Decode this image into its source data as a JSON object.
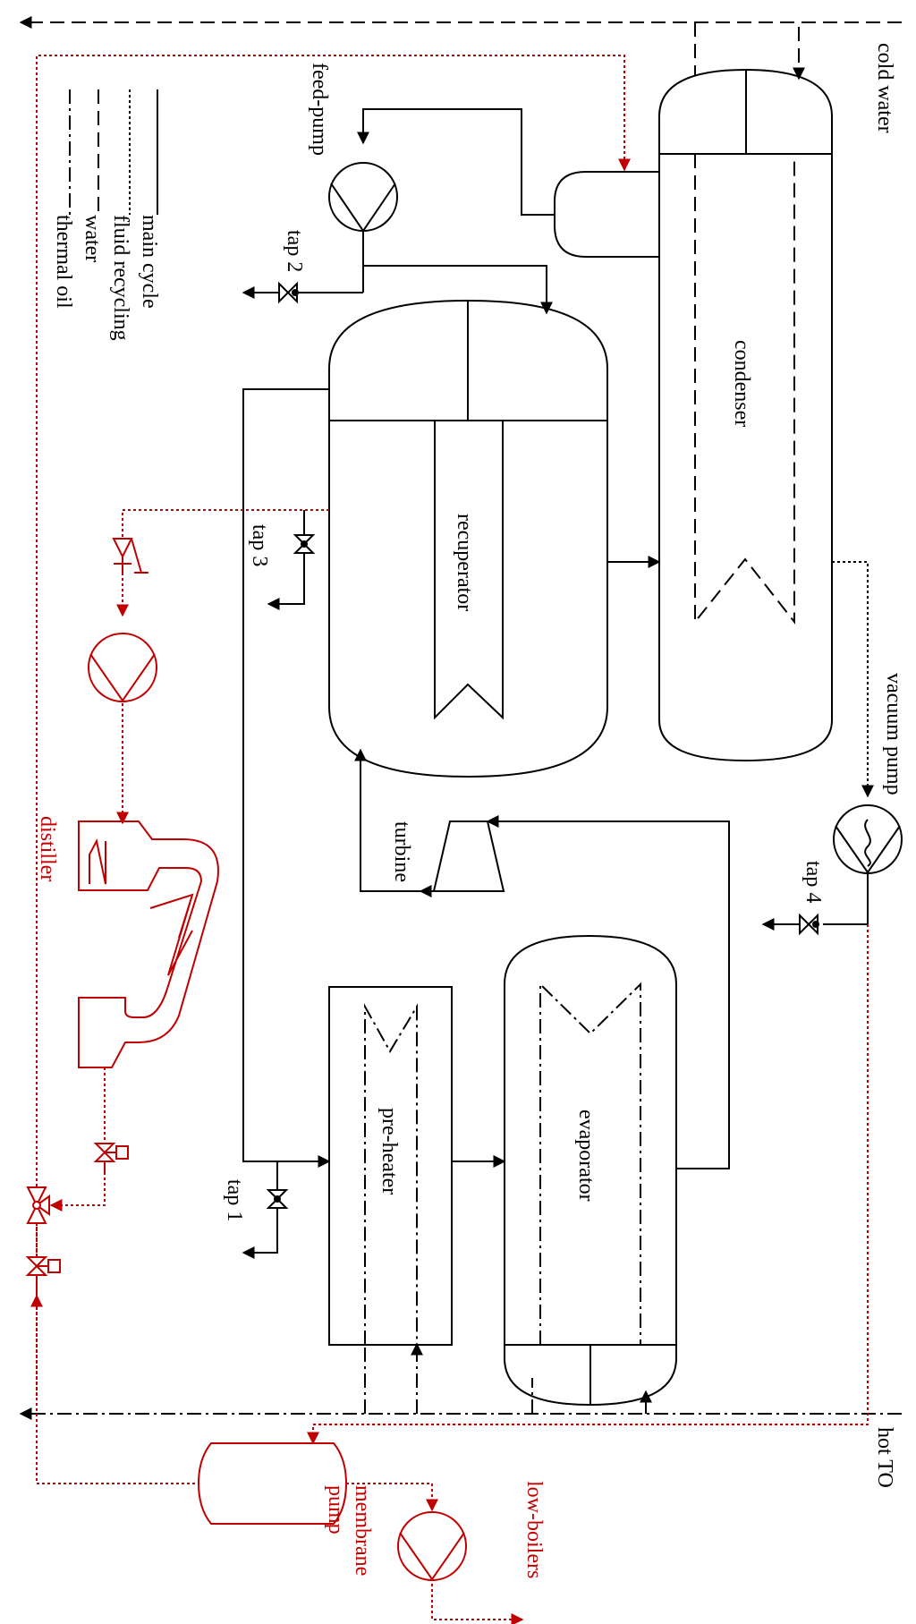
{
  "colors": {
    "main": "#000000",
    "recycling": "#c00000"
  },
  "legend": {
    "main_cycle": "main cycle",
    "fluid_recycling": "fluid recycling",
    "water": "water",
    "thermal_oil": "thermal oil"
  },
  "components": {
    "condenser": "condenser",
    "recuperator": "recuperator",
    "evaporator": "evaporator",
    "pre_heater": "pre-heater",
    "turbine": "turbine",
    "feed_pump": "feed-pump",
    "vacuum_pump": "vacuum pump",
    "distiller": "distiller",
    "membrane_pump": "membrane\npump",
    "low_boilers": "low-boilers"
  },
  "taps": {
    "tap1": "tap 1",
    "tap2": "tap 2",
    "tap3": "tap 3",
    "tap4": "tap 4"
  },
  "streams": {
    "cold_water": "cold water",
    "hot_to": "hot TO"
  }
}
